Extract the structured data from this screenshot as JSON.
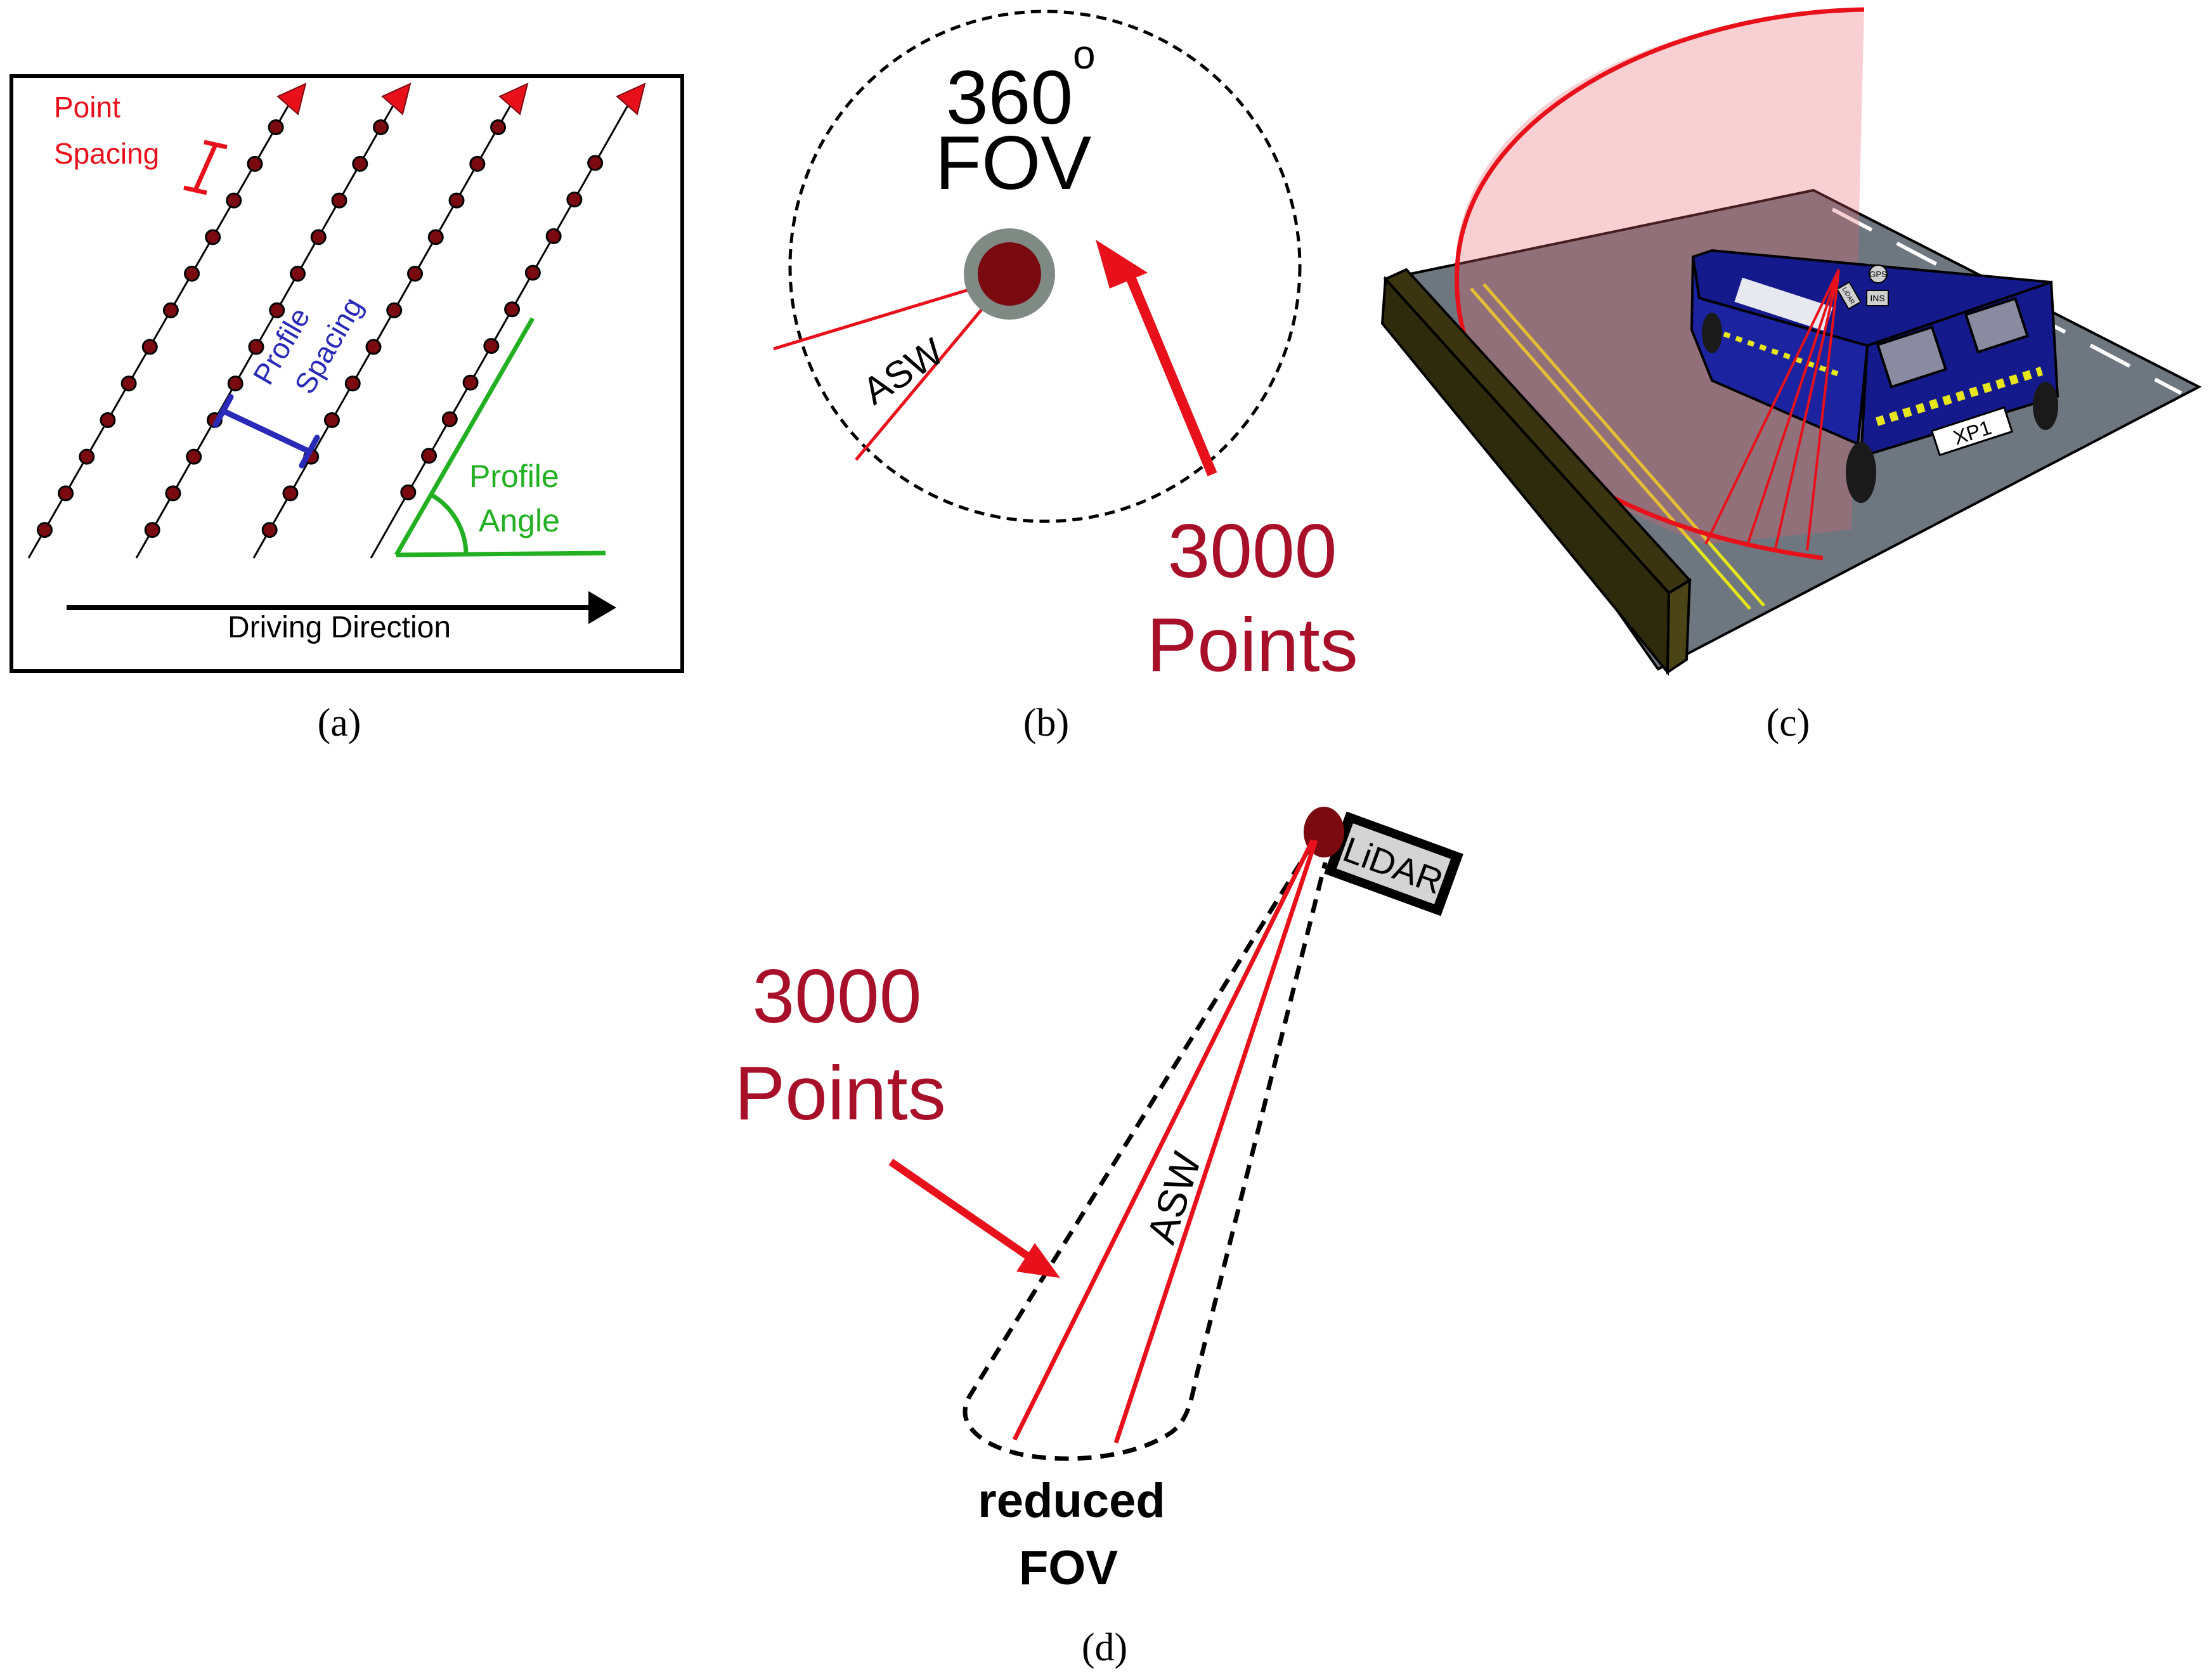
{
  "panel_a": {
    "caption": "(a)",
    "point_spacing_label_1": "Point",
    "point_spacing_label_2": "Spacing",
    "profile_spacing_label_1": "Profile",
    "profile_spacing_label_2": "Spacing",
    "profile_angle_label_1": "Profile",
    "profile_angle_label_2": "Angle",
    "driving_direction_label": "Driving Direction"
  },
  "panel_b": {
    "caption": "(b)",
    "fov_degrees": "360",
    "degree_symbol": "o",
    "fov_label": "FOV",
    "asw_label": "ASW",
    "points_number": "3000",
    "points_label": "Points"
  },
  "panel_c": {
    "caption": "(c)",
    "plate_text": "XP1",
    "gps_label": "GPS",
    "ins_label": "INS",
    "lidar_small": "LiDAR"
  },
  "panel_d": {
    "caption": "(d)",
    "lidar_label": "LiDAR",
    "points_number": "3000",
    "points_label": "Points",
    "asw_label": "ASW",
    "reduced_label_1": "reduced",
    "reduced_label_2": "FOV"
  },
  "colors": {
    "red": "#e8101a",
    "dark_red": "#a8102a",
    "maroon_dot": "#7a0a10",
    "blue": "#2a2ab8",
    "green": "#22b022",
    "truck_blue": "#141a8c",
    "road_gray": "#6e7680",
    "curb": "#3a3410"
  }
}
